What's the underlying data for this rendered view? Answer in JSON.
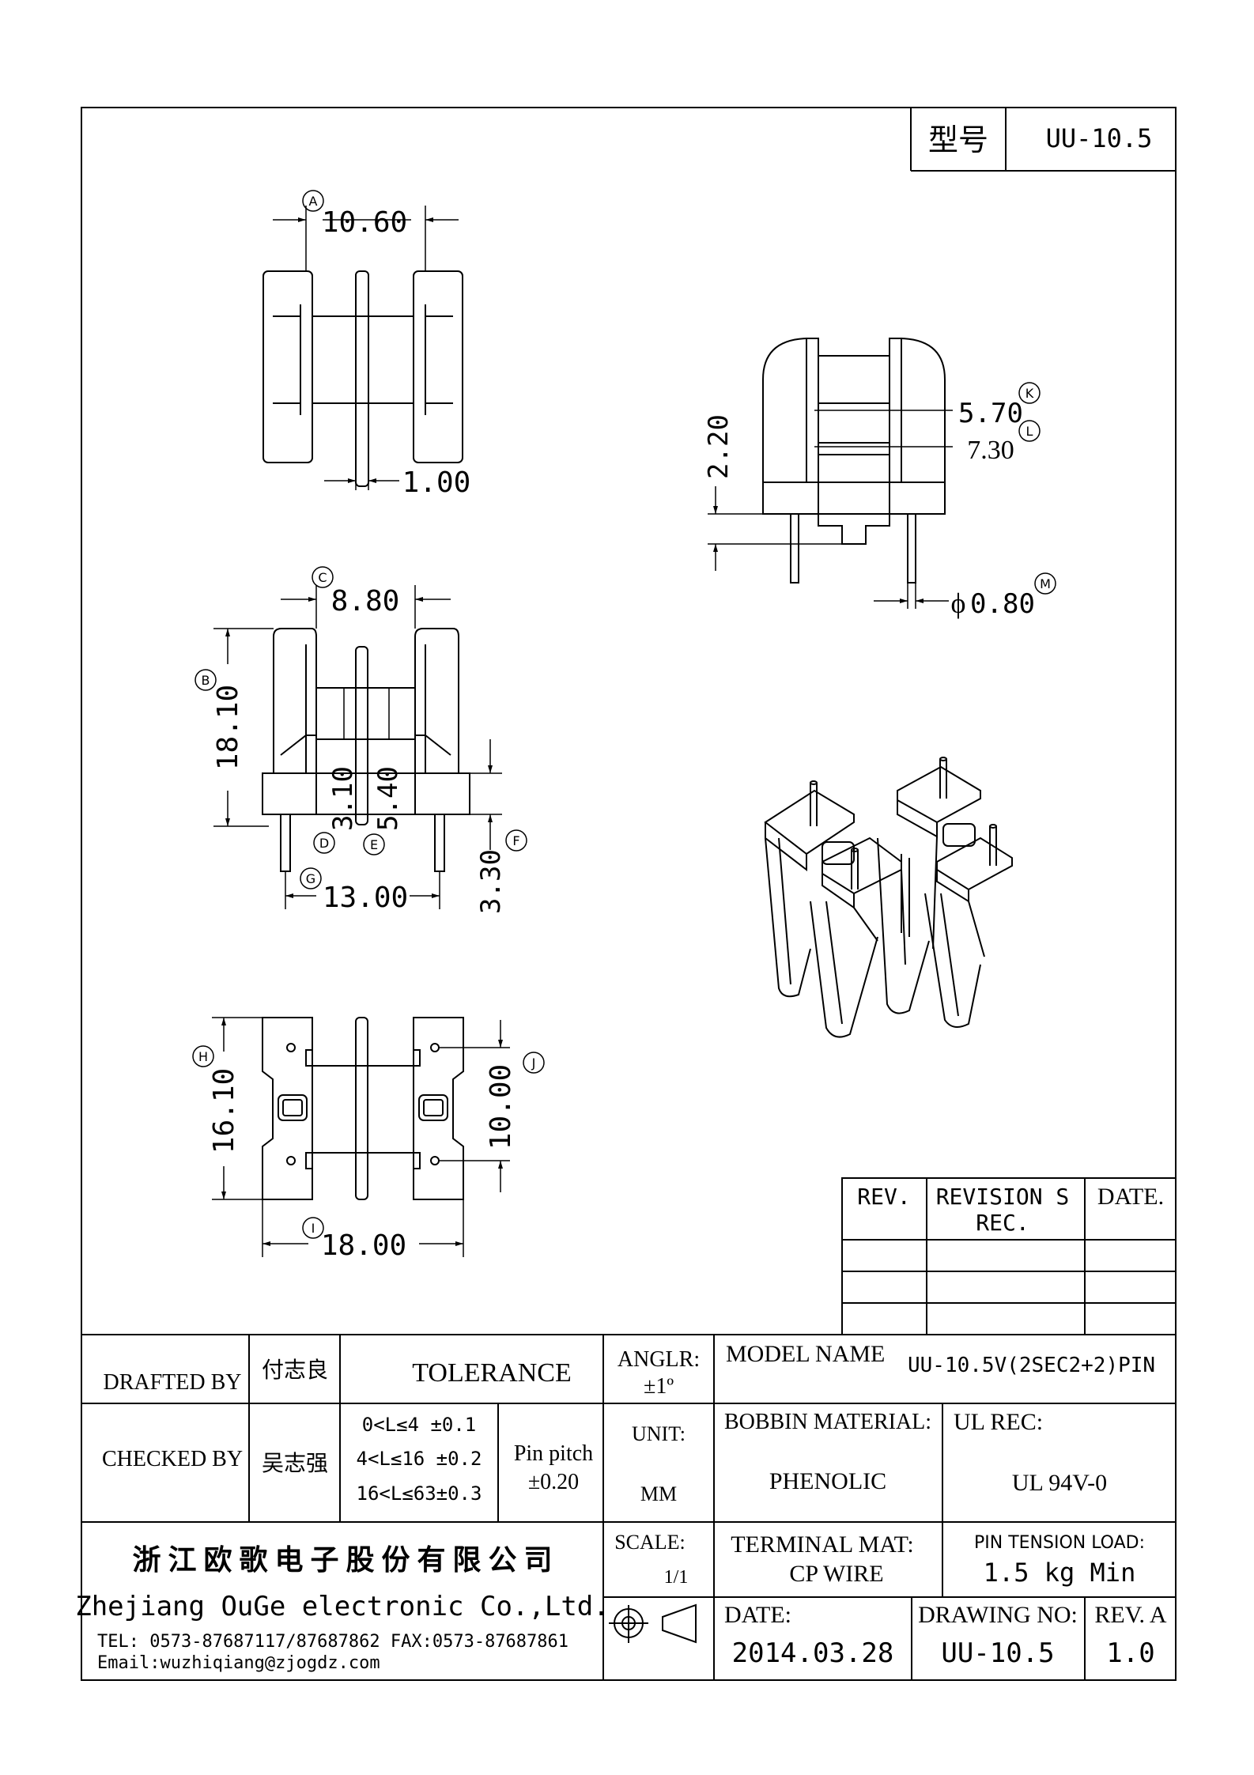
{
  "header": {
    "model_label": "型号",
    "model_value": "UU-10.5"
  },
  "dimensions": {
    "a": "10.60",
    "b": "18.10",
    "c": "8.80",
    "d": "3.10",
    "e": "5.40",
    "f": "3.30",
    "g": "13.00",
    "h": "16.10",
    "i": "18.00",
    "j": "10.00",
    "k": "5.70",
    "l": "7.30",
    "m": "0.80",
    "h_side": "2.20",
    "pin_w": "1.00"
  },
  "markers": {
    "a": "A",
    "b": "B",
    "c": "C",
    "d": "D",
    "e": "E",
    "f": "F",
    "g": "G",
    "h": "H",
    "i": "I",
    "j": "J",
    "k": "K",
    "l": "L",
    "m": "M"
  },
  "phi": "ϕ",
  "revisions": {
    "rev": "REV.",
    "revisions_1": "REVISION S",
    "revisions_2": "REC.",
    "date": "DATE."
  },
  "title_block": {
    "drafted_by": "DRAFTED BY",
    "drafter": "付志良",
    "tolerance": "TOLERANCE",
    "anglr_1": "ANGLR:",
    "anglr_2": "±1º",
    "model_name_label": "MODEL NAME",
    "model_name_value": "UU-10.5V(2SEC2+2)PIN",
    "checked_by": "CHECKED BY",
    "checker": "吴志强",
    "tol_1": "0<L≤4  ±0.1",
    "tol_2": "4<L≤16 ±0.2",
    "tol_3": "16<L≤63±0.3",
    "pin_pitch_1": "Pin pitch",
    "pin_pitch_2": "±0.20",
    "unit_label": "UNIT:",
    "unit_value": "MM",
    "bobbin_label": "BOBBIN MATERIAL:",
    "bobbin_value": "PHENOLIC",
    "ul_label": "UL REC:",
    "ul_value": "UL 94V-0",
    "company_cn": "浙 江 欧 歌 电 子 股 份 有 限 公 司",
    "company_en": "Zhejiang OuGe electronic Co.,Ltd.",
    "tel": "TEL: 0573-87687117/87687862  FAX:0573-87687861",
    "email": "Email:wuzhiqiang@zjogdz.com",
    "scale_label": "SCALE:",
    "scale_value": "1/1",
    "terminal_label": "TERMINAL MAT:",
    "terminal_value": "CP  WIRE",
    "pin_tension_label": "PIN  TENSION  LOAD:",
    "pin_tension_value": "1.5 kg Min",
    "date_label": "DATE:",
    "date_value": "2014.03.28",
    "drawing_no_label": "DRAWING NO:",
    "drawing_no_value": "UU-10.5",
    "rev_label": "REV. A",
    "rev_value": "1.0"
  }
}
